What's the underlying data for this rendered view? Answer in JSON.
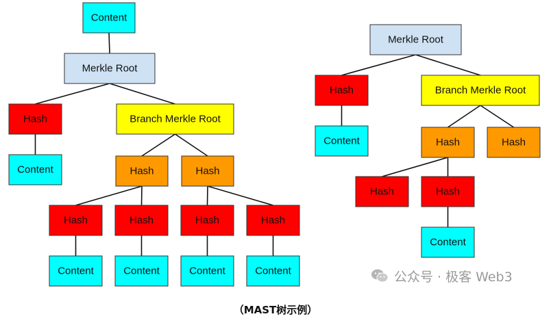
{
  "colors": {
    "content": "#00FFFF",
    "merkle_root": "#CFE2F3",
    "hash_red": "#FF0000",
    "branch_root": "#FFFF00",
    "hash_orange": "#FF9900"
  },
  "left_tree": {
    "top_content": "Content",
    "merkle_root": "Merkle Root",
    "hash_left": "Hash",
    "content_left": "Content",
    "branch_root": "Branch Merkle Root",
    "hash_orange_1": "Hash",
    "hash_orange_2": "Hash",
    "hash_red_1": "Hash",
    "hash_red_2": "Hash",
    "hash_red_3": "Hash",
    "hash_red_4": "Hash",
    "content_1": "Content",
    "content_2": "Content",
    "content_3": "Content",
    "content_4": "Content"
  },
  "right_tree": {
    "merkle_root": "Merkle Root",
    "hash_left": "Hash",
    "content_left": "Content",
    "branch_root": "Branch Merkle Root",
    "hash_orange_1": "Hash",
    "hash_orange_2": "Hash",
    "hash_red_1": "Hash",
    "hash_red_2": "Hash",
    "content_bottom": "Content"
  },
  "watermark": {
    "icon": "wechat-icon",
    "text": "公众号 · 极客 Web3"
  },
  "caption": "（MAST树示例）"
}
